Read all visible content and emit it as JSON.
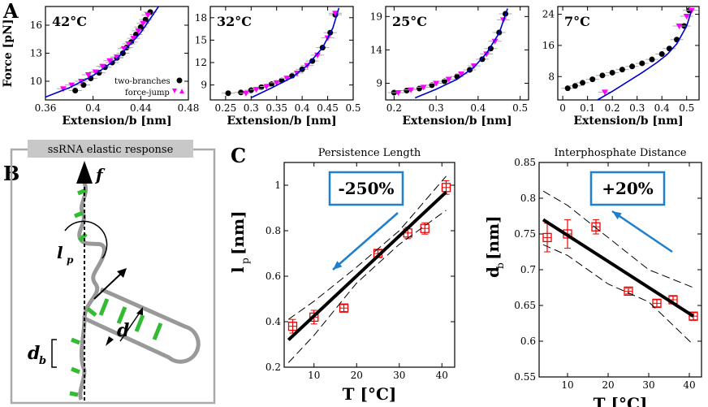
{
  "panel_labels": {
    "a": "A",
    "b": "B",
    "c": "C"
  },
  "schematic": {
    "header": "ssRNA elastic response",
    "force_label": "f",
    "lp_label": "l",
    "lp_sub": "p",
    "d_label": "d",
    "db_label": "d",
    "db_sub": "b",
    "colors": {
      "backbone": "#999999",
      "base": "#33bb33",
      "header_bg": "#c8c8c8"
    }
  },
  "colors": {
    "two_branches": "#000000",
    "force_jump": "#ff00ff",
    "fit_line": "#0000cc",
    "errorbar": "#aaaaaa",
    "c_points": "#ee0000",
    "arrow": "#1f7fcc"
  },
  "chart_data": [
    {
      "type": "scatter",
      "temperature_label": "42°C",
      "xlabel": "Extension/b [nm]",
      "ylabel": "Force [pN]",
      "xlim": [
        0.36,
        0.48
      ],
      "ylim": [
        8,
        18
      ],
      "xticks": [
        "0.36",
        "0.4",
        "0.44",
        "0.48"
      ],
      "yticks": [
        "10",
        "13",
        "16"
      ],
      "legend": {
        "position": "bottom-right",
        "entries": [
          "two-branches",
          "force-jump"
        ]
      },
      "series": [
        {
          "name": "two-branches",
          "marker": "circle",
          "x": [
            0.385,
            0.392,
            0.398,
            0.405,
            0.41,
            0.416,
            0.42,
            0.425,
            0.428,
            0.432,
            0.436,
            0.44,
            0.444,
            0.448
          ],
          "y": [
            9.0,
            9.6,
            10.3,
            10.9,
            11.5,
            12.0,
            12.5,
            13.0,
            13.6,
            14.2,
            15.0,
            15.8,
            16.6,
            17.4
          ]
        },
        {
          "name": "force-jump",
          "marker": "triangle",
          "x": [
            0.375,
            0.382,
            0.39,
            0.396,
            0.402,
            0.408,
            0.414,
            0.42,
            0.426,
            0.43,
            0.434,
            0.438,
            0.442,
            0.446
          ],
          "y": [
            9.2,
            9.6,
            10.0,
            10.7,
            11.0,
            11.6,
            12.2,
            12.6,
            13.5,
            14.0,
            14.6,
            15.4,
            16.2,
            17.1
          ]
        },
        {
          "name": "fit",
          "marker": "line",
          "x": [
            0.36,
            0.38,
            0.4,
            0.42,
            0.44,
            0.455
          ],
          "y": [
            8.3,
            9.3,
            10.6,
            12.4,
            15.2,
            18
          ]
        }
      ]
    },
    {
      "type": "scatter",
      "temperature_label": "32°C",
      "xlabel": "Extension/b [nm]",
      "xlim": [
        0.22,
        0.5
      ],
      "ylim": [
        7,
        19.5
      ],
      "xticks": [
        "0.25",
        "0.3",
        "0.35",
        "0.4",
        "0.45",
        "0.5"
      ],
      "yticks": [
        "9",
        "12",
        "15",
        "18"
      ],
      "series": [
        {
          "name": "two-branches",
          "marker": "circle",
          "x": [
            0.255,
            0.28,
            0.3,
            0.32,
            0.34,
            0.36,
            0.38,
            0.4,
            0.42,
            0.44,
            0.455,
            0.465
          ],
          "y": [
            7.9,
            8.0,
            8.3,
            8.7,
            9.1,
            9.6,
            10.2,
            11.1,
            12.2,
            14.0,
            16.0,
            18.4
          ]
        },
        {
          "name": "force-jump",
          "marker": "triangle",
          "x": [
            0.29,
            0.31,
            0.33,
            0.35,
            0.37,
            0.39,
            0.41,
            0.43,
            0.45,
            0.465
          ],
          "y": [
            7.9,
            8.4,
            8.8,
            9.3,
            9.9,
            10.6,
            11.6,
            13.0,
            15.3,
            18.6
          ]
        },
        {
          "name": "fit",
          "marker": "line",
          "x": [
            0.3,
            0.34,
            0.38,
            0.41,
            0.44,
            0.46,
            0.472
          ],
          "y": [
            7.3,
            8.6,
            10.0,
            11.6,
            14.0,
            16.6,
            19.3
          ]
        }
      ]
    },
    {
      "type": "scatter",
      "temperature_label": "25°C",
      "xlabel": "Extension/b [nm]",
      "xlim": [
        0.18,
        0.52
      ],
      "ylim": [
        6.5,
        20.5
      ],
      "xticks": [
        "0.2",
        "0.3",
        "0.4",
        "0.5"
      ],
      "yticks": [
        "9",
        "14",
        "19"
      ],
      "series": [
        {
          "name": "two-branches",
          "marker": "circle",
          "x": [
            0.2,
            0.23,
            0.26,
            0.29,
            0.32,
            0.35,
            0.38,
            0.41,
            0.43,
            0.45,
            0.465
          ],
          "y": [
            7.6,
            7.9,
            8.2,
            8.7,
            9.3,
            10.0,
            11.0,
            12.6,
            14.2,
            16.6,
            19.4
          ]
        },
        {
          "name": "force-jump",
          "marker": "triangle",
          "x": [
            0.21,
            0.24,
            0.27,
            0.3,
            0.33,
            0.36,
            0.39,
            0.42,
            0.44,
            0.46
          ],
          "y": [
            7.6,
            8.0,
            8.4,
            9.0,
            9.6,
            10.4,
            11.6,
            13.4,
            15.3,
            18.5
          ]
        },
        {
          "name": "fit",
          "marker": "line",
          "x": [
            0.25,
            0.3,
            0.35,
            0.39,
            0.42,
            0.45,
            0.47
          ],
          "y": [
            6.8,
            8.1,
            9.6,
            11.4,
            13.5,
            16.5,
            20.2
          ]
        }
      ]
    },
    {
      "type": "scatter",
      "temperature_label": "7°C",
      "xlabel": "Extension/b [nm]",
      "xlim": [
        -0.02,
        0.55
      ],
      "ylim": [
        2,
        26
      ],
      "xticks": [
        "0",
        "0.1",
        "0.2",
        "0.3",
        "0.4",
        "0.5"
      ],
      "yticks": [
        "8",
        "16",
        "24"
      ],
      "series": [
        {
          "name": "two-branches",
          "marker": "circle",
          "x": [
            0.02,
            0.05,
            0.08,
            0.12,
            0.16,
            0.2,
            0.24,
            0.28,
            0.32,
            0.36,
            0.4,
            0.43,
            0.46,
            0.49,
            0.51
          ],
          "y": [
            5.0,
            5.6,
            6.4,
            7.3,
            8.3,
            9.0,
            9.8,
            10.6,
            11.4,
            12.4,
            13.8,
            15.2,
            17.5,
            21.0,
            25.0
          ]
        },
        {
          "name": "force-jump",
          "marker": "triangle",
          "x": [
            0.17,
            0.47,
            0.5,
            0.52
          ],
          "y": [
            4.0,
            21.0,
            23.5,
            25.0
          ]
        },
        {
          "name": "fit",
          "marker": "line",
          "x": [
            0.14,
            0.2,
            0.26,
            0.32,
            0.38,
            0.42,
            0.46,
            0.5,
            0.52
          ],
          "y": [
            2.0,
            4.2,
            6.6,
            9.0,
            11.6,
            13.6,
            16.4,
            21.0,
            25.0
          ]
        }
      ]
    },
    {
      "type": "scatter",
      "title": "Persistence Length",
      "xlabel": "T [°C]",
      "ylabel": "l",
      "ylabel_sub": "p",
      "ylabel_unit": "[nm]",
      "xlim": [
        3,
        43
      ],
      "ylim": [
        0.2,
        1.1
      ],
      "xticks": [
        "10",
        "20",
        "30",
        "40"
      ],
      "yticks": [
        "0.2",
        "0.4",
        "0.6",
        "0.8",
        "1"
      ],
      "annotation": "-250%",
      "series": [
        {
          "name": "data",
          "marker": "square-errorbar",
          "x": [
            5,
            10,
            17,
            25,
            32,
            36,
            41
          ],
          "y": [
            0.38,
            0.42,
            0.46,
            0.7,
            0.79,
            0.81,
            0.99
          ],
          "yerr": [
            0.03,
            0.03,
            0.015,
            0.015,
            0.025,
            0.025,
            0.03
          ],
          "xerr": [
            1,
            1,
            1,
            1,
            1,
            1,
            1
          ]
        },
        {
          "name": "fit",
          "marker": "line",
          "x": [
            4,
            41
          ],
          "y": [
            0.32,
            0.97
          ]
        },
        {
          "name": "confidence",
          "marker": "dashed",
          "x": [
            4,
            10,
            20,
            30,
            41
          ],
          "y_upper": [
            0.41,
            0.49,
            0.64,
            0.8,
            1.04
          ],
          "y_lower": [
            0.22,
            0.34,
            0.57,
            0.74,
            0.89
          ]
        }
      ]
    },
    {
      "type": "scatter",
      "title": "Interphosphate Distance",
      "xlabel": "T [°C]",
      "ylabel": "d",
      "ylabel_sub": "b",
      "ylabel_unit": "[nm]",
      "xlim": [
        3,
        43
      ],
      "ylim": [
        0.55,
        0.85
      ],
      "xticks": [
        "10",
        "20",
        "30",
        "40"
      ],
      "yticks": [
        "0.55",
        "0.6",
        "0.65",
        "0.7",
        "0.75",
        "0.8",
        "0.85"
      ],
      "annotation": "+20%",
      "series": [
        {
          "name": "data",
          "marker": "square-errorbar",
          "x": [
            5,
            10,
            17,
            25,
            32,
            36,
            41
          ],
          "y": [
            0.745,
            0.75,
            0.76,
            0.67,
            0.653,
            0.658,
            0.635
          ],
          "yerr": [
            0.02,
            0.02,
            0.01,
            0.004,
            0.005,
            0.005,
            0.005
          ],
          "xerr": [
            1,
            1,
            1,
            1,
            1,
            1,
            1
          ]
        },
        {
          "name": "fit",
          "marker": "line",
          "x": [
            4,
            41
          ],
          "y": [
            0.77,
            0.635
          ]
        },
        {
          "name": "confidence",
          "marker": "dashed",
          "x": [
            4,
            10,
            20,
            30,
            41
          ],
          "y_upper": [
            0.81,
            0.79,
            0.745,
            0.7,
            0.675
          ],
          "y_lower": [
            0.735,
            0.72,
            0.68,
            0.655,
            0.595
          ]
        }
      ]
    }
  ]
}
